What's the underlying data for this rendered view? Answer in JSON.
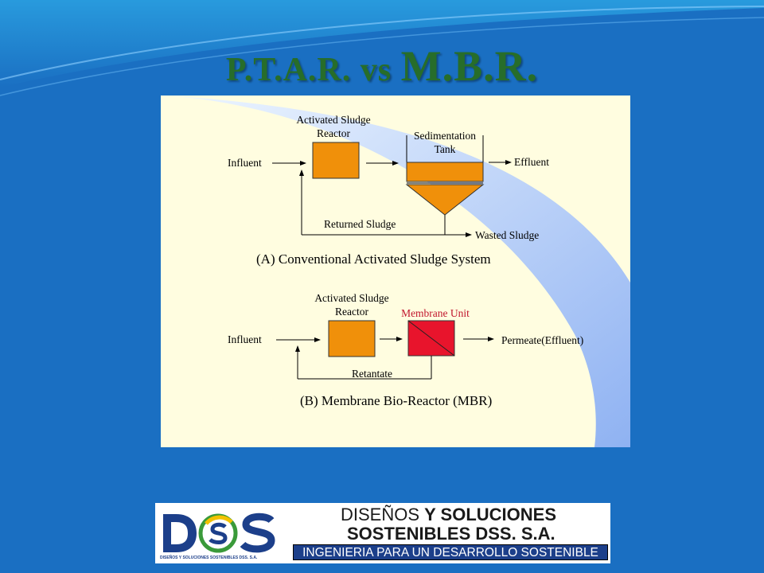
{
  "slide": {
    "title_part1": "P.T.A.R. vs ",
    "title_part2": "M.B.R."
  },
  "diagram_a": {
    "reactor_label_line1": "Activated Sludge",
    "reactor_label_line2": "Reactor",
    "tank_label_line1": "Sedimentation",
    "tank_label_line2": "Tank",
    "influent": "Influent",
    "effluent": "Effluent",
    "returned_sludge": "Returned Sludge",
    "wasted_sludge": "Wasted Sludge",
    "caption": "(A) Conventional Activated Sludge System",
    "reactor_color": "#f0900a",
    "tank_color": "#f0900a"
  },
  "diagram_b": {
    "reactor_label_line1": "Activated Sludge",
    "reactor_label_line2": "Reactor",
    "membrane_label": "Membrane Unit",
    "influent": "Influent",
    "permeate": "Permeate(Effluent)",
    "retentate": "Retantate",
    "caption": "(B) Membrane Bio-Reactor (MBR)",
    "reactor_color": "#f0900a",
    "membrane_color": "#e8142c",
    "membrane_label_color": "#c0142c"
  },
  "logo": {
    "letters": "DSS",
    "small_text": "DISEÑOS Y SOLUCIONES SOSTENIBLES DSS. S.A.",
    "company_line1_a": "DISEÑOS ",
    "company_line1_b": "Y SOLUCIONES",
    "company_line2": "SOSTENIBLES DSS. S.A.",
    "tagline": "INGENIERIA PARA UN DESARROLLO SOSTENIBLE",
    "brand_blue": "#1c3f8a",
    "brand_green": "#3a9a3a",
    "brand_yellow": "#f2c200"
  }
}
